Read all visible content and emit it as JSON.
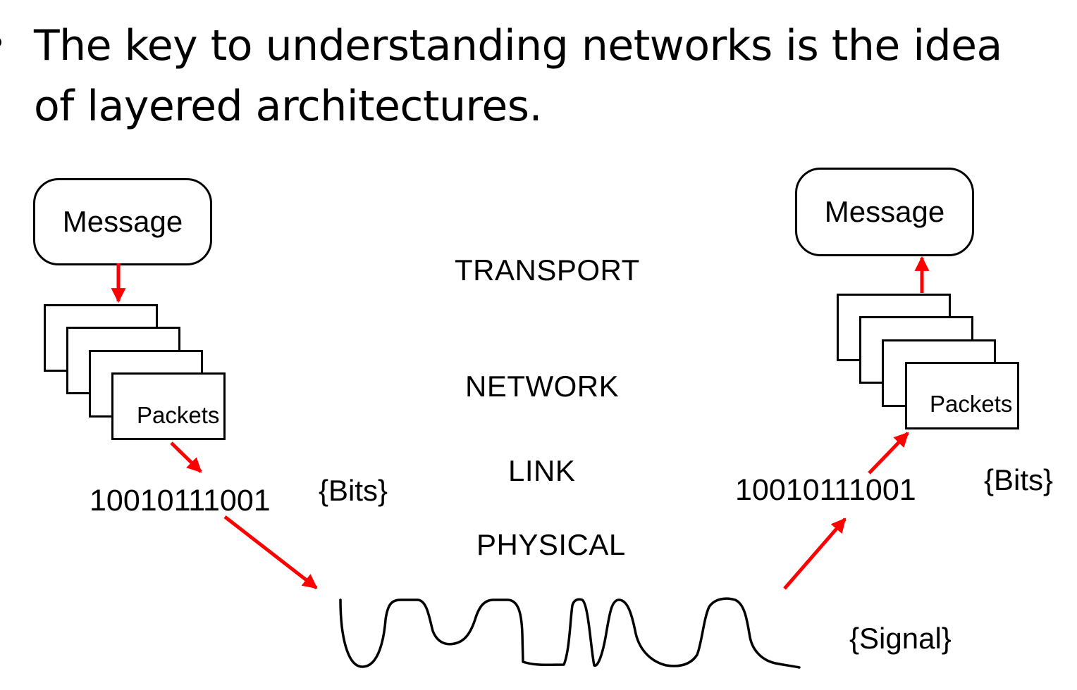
{
  "heading": "The key to understanding networks is the idea of layered architectures.",
  "left": {
    "message": "Message",
    "packets": "Packets",
    "bits": "10010111001",
    "bits_tag": "{Bits}"
  },
  "right": {
    "message": "Message",
    "packets": "Packets",
    "bits": "10010111001",
    "bits_tag": "{Bits}"
  },
  "layers": {
    "transport": "TRANSPORT",
    "network": "NETWORK",
    "link": "LINK",
    "physical": "PHYSICAL"
  },
  "signal_tag": "{Signal}",
  "colors": {
    "arrow": "#ff0000",
    "ink": "#000000"
  }
}
